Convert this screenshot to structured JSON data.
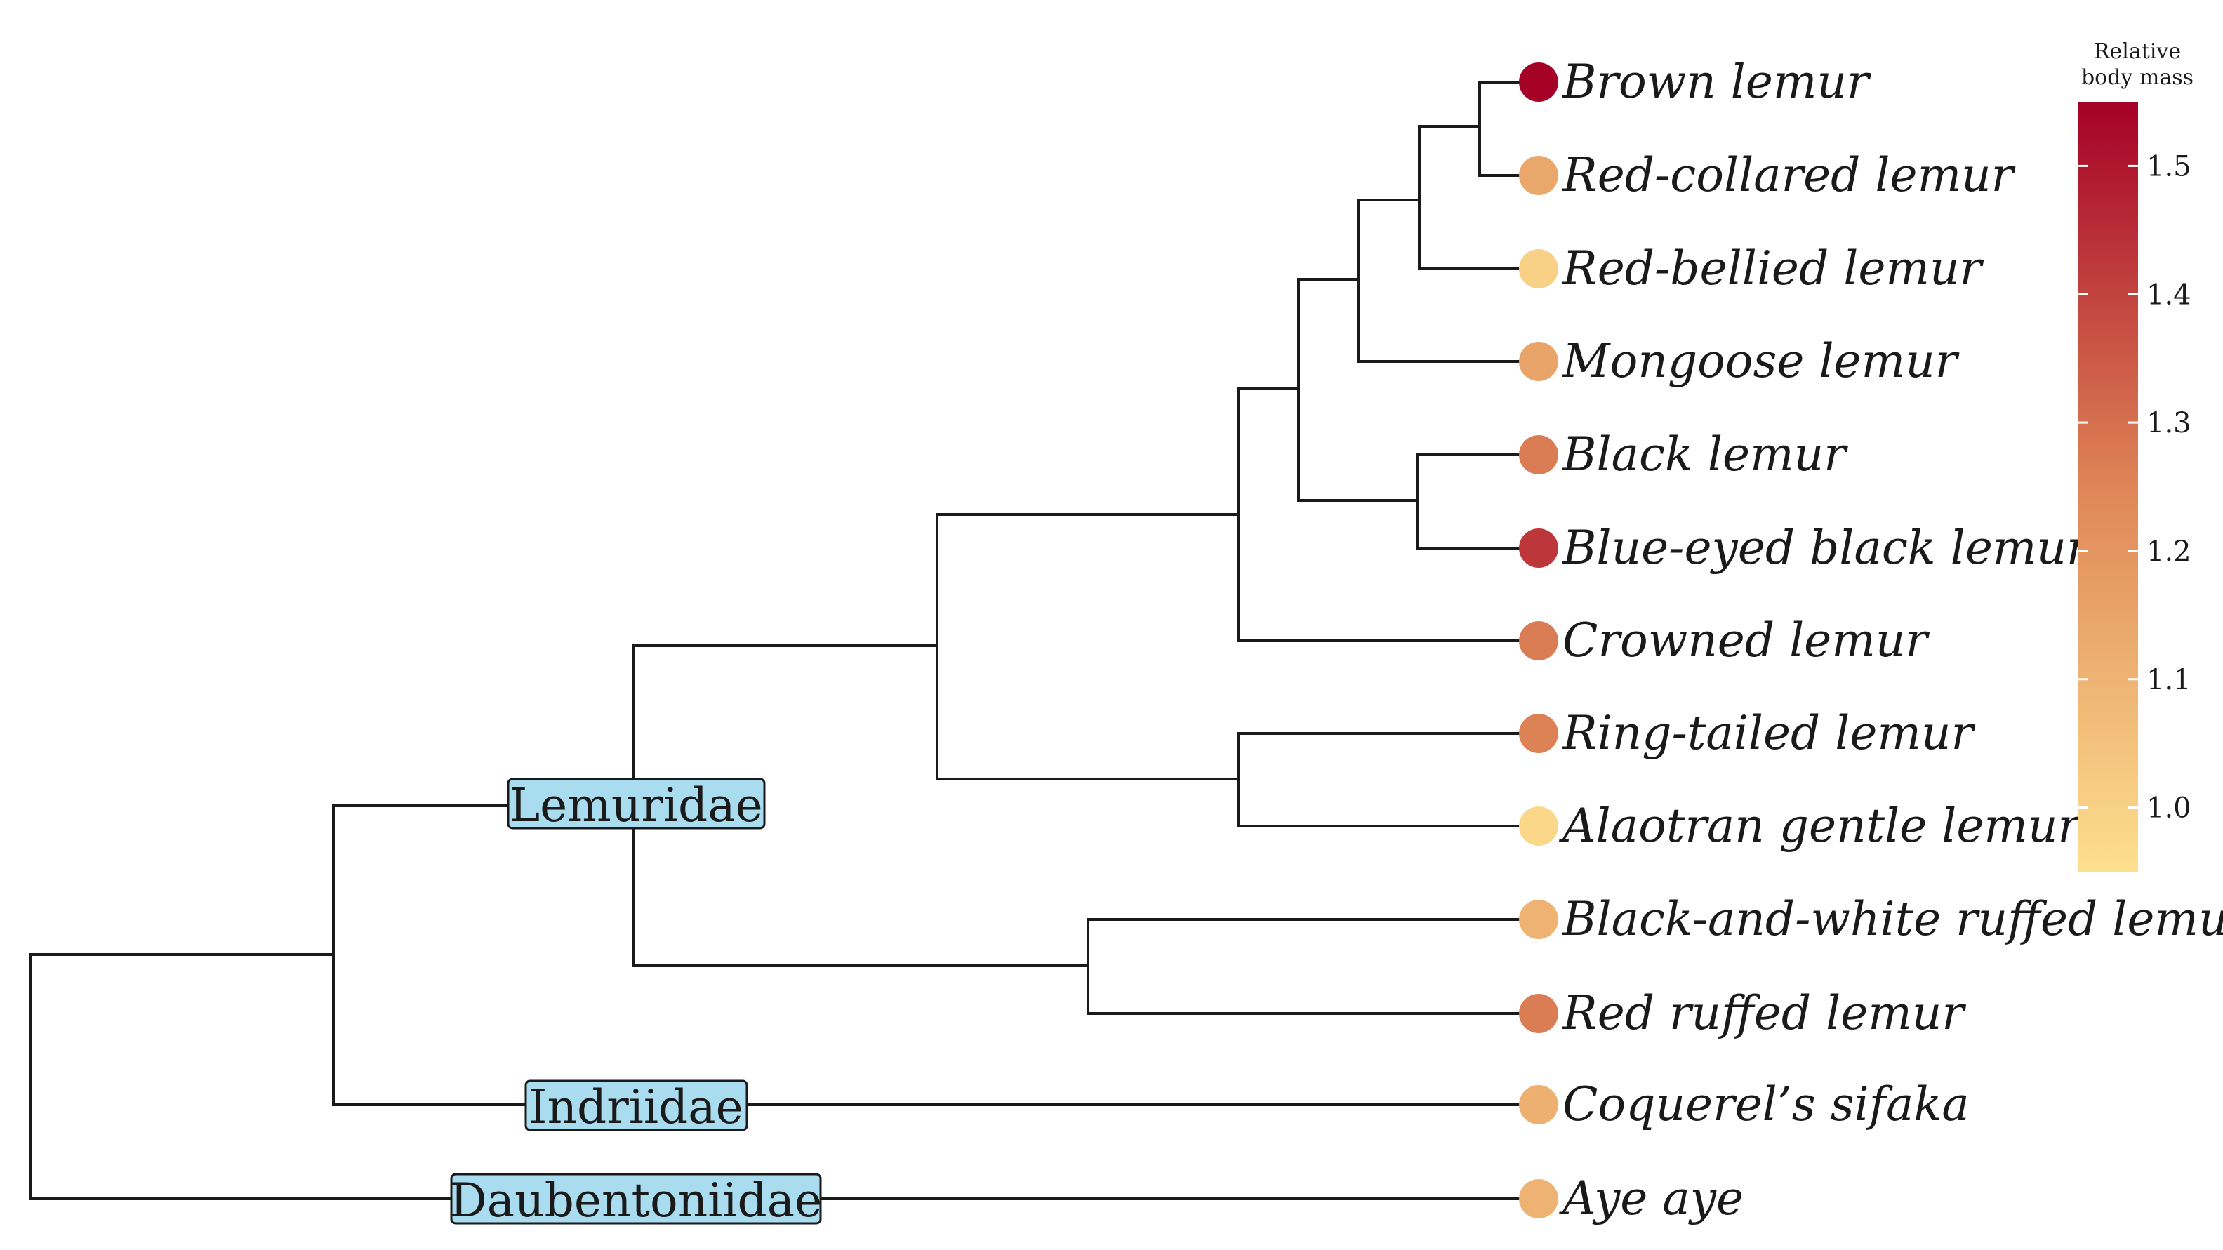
{
  "tree": {
    "tips": [
      {
        "id": "brown",
        "label": "Brown lemur",
        "mass": 1.55
      },
      {
        "id": "red-collared",
        "label": "Red-collared lemur",
        "mass": 1.14
      },
      {
        "id": "red-bellied",
        "label": "Red-bellied lemur",
        "mass": 1.0
      },
      {
        "id": "mongoose",
        "label": "Mongoose lemur",
        "mass": 1.15
      },
      {
        "id": "black",
        "label": "Black lemur",
        "mass": 1.27
      },
      {
        "id": "blue-eyed-black",
        "label": "Blue-eyed black lemur",
        "mass": 1.43
      },
      {
        "id": "crowned",
        "label": "Crowned lemur",
        "mass": 1.27
      },
      {
        "id": "ring-tailed",
        "label": "Ring-tailed lemur",
        "mass": 1.26
      },
      {
        "id": "alaotran-gentle",
        "label": "Alaotran gentle lemur",
        "mass": 0.98
      },
      {
        "id": "black-and-white-ruffed",
        "label": "Black-and-white ruffed lemur",
        "mass": 1.1
      },
      {
        "id": "red-ruffed",
        "label": "Red ruffed lemur",
        "mass": 1.27
      },
      {
        "id": "coquerels-sifaka",
        "label": "Coquerel’s sifaka",
        "mass": 1.11
      },
      {
        "id": "aye-aye",
        "label": "Aye aye",
        "mass": 1.1
      }
    ],
    "families": [
      {
        "id": "lemuridae",
        "label": "Lemuridae"
      },
      {
        "id": "indriidae",
        "label": "Indriidae"
      },
      {
        "id": "daubentoniidae",
        "label": "Daubentoniidae"
      }
    ]
  },
  "legend": {
    "title_line1": "Relative",
    "title_line2": "body mass",
    "ticks": [
      "1.5",
      "1.4",
      "1.3",
      "1.2",
      "1.1",
      "1.0"
    ],
    "range": [
      0.95,
      1.55
    ],
    "colors": {
      "low": "#fde08f",
      "mid": "#df8657",
      "high": "#a50026"
    }
  }
}
